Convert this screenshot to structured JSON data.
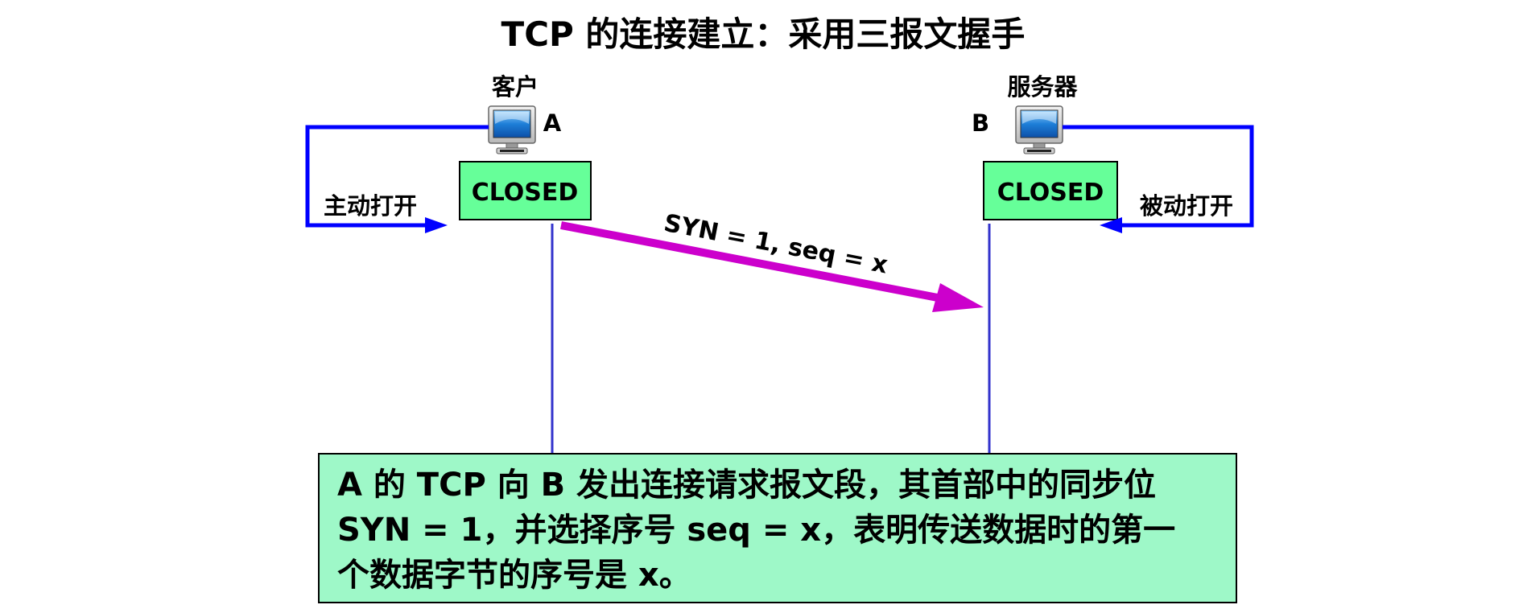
{
  "title": "TCP 的连接建立：采用三报文握手",
  "client": {
    "role_label": "客户",
    "host_label": "A",
    "state": "CLOSED",
    "action_label": "主动打开"
  },
  "server": {
    "role_label": "服务器",
    "host_label": "B",
    "state": "CLOSED",
    "action_label": "被动打开"
  },
  "message": {
    "label": "SYN = 1, seq = x"
  },
  "note": {
    "lines": [
      "A 的 TCP 向 B 发出连接请求报文段，其首部中的同步位",
      "SYN = 1，并选择序号 seq = x，表明传送数据时的第一",
      "个数据字节的序号是 x。"
    ]
  },
  "colors": {
    "state_box_fill": "#66ff99",
    "note_fill": "#9ef8c8",
    "loop_arrow": "#0000ff",
    "timeline": "#3333cc",
    "syn_arrow": "#cc00cc"
  },
  "icons": {
    "client_host": "computer-monitor-icon",
    "server_host": "computer-monitor-icon"
  }
}
